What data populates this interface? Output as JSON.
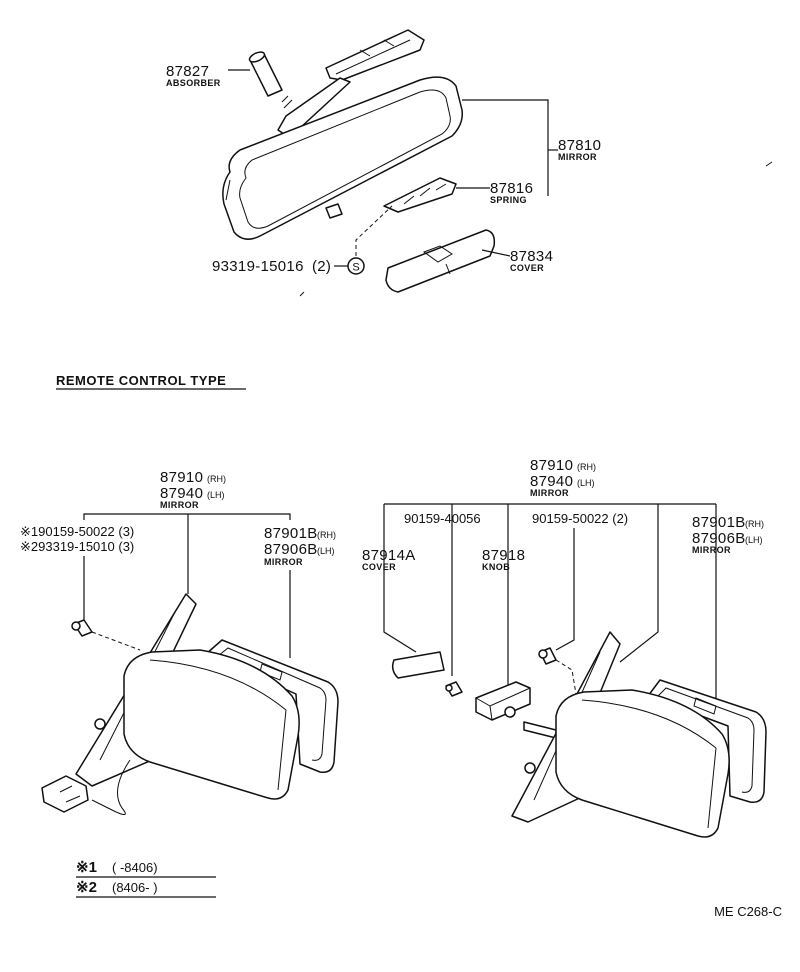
{
  "upper": {
    "absorber": {
      "number": "87827",
      "name": "ABSORBER"
    },
    "mirror": {
      "number": "87810",
      "name": "MIRROR"
    },
    "spring": {
      "number": "87816",
      "name": "SPRING"
    },
    "cover": {
      "number": "87834",
      "name": "COVER"
    },
    "screw": {
      "number": "93319-15016",
      "qty": "(2)",
      "symbol": "S"
    }
  },
  "section_title": "REMOTE CONTROL TYPE",
  "left_assembly": {
    "mirror_rh": "87910",
    "mirror_lh": "87940",
    "mirror_name": "MIRROR",
    "glass_rh": "87901B",
    "glass_lh": "87906B",
    "glass_name": "MIRROR",
    "screw1": "※190159-50022 (3)",
    "screw2": "※293319-15010 (3)"
  },
  "right_assembly": {
    "mirror_rh": "87910",
    "mirror_lh": "87940",
    "mirror_name": "MIRROR",
    "screw_a": "90159-40056",
    "screw_b": "90159-50022 (2)",
    "cover_number": "87914A",
    "cover_name": "COVER",
    "knob_number": "87918",
    "knob_name": "KNOB",
    "glass_rh": "87901B",
    "glass_lh": "87906B",
    "glass_name": "MIRROR"
  },
  "suffix": {
    "rh": "(RH)",
    "lh": "(LH)"
  },
  "notes": [
    {
      "mark": "※1",
      "range": "(      -8406)"
    },
    {
      "mark": "※2",
      "range": "(8406-        )"
    }
  ],
  "ref_code": "ME C268-C"
}
